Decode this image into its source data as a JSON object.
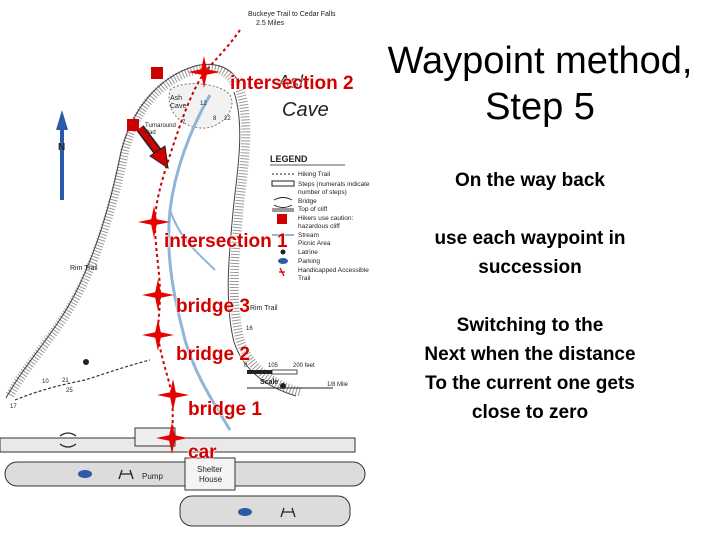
{
  "title": {
    "line1": "Waypoint method,",
    "line2": "Step 5"
  },
  "body": {
    "heading": "On the way back",
    "instruction_1": "use each waypoint in",
    "instruction_2": "succession",
    "rule_1": "Switching to the",
    "rule_2": "Next when the distance",
    "rule_3": "To the current one gets",
    "rule_4": "close to zero"
  },
  "waypoints": [
    {
      "id": "intersection-2",
      "label": "intersection 2"
    },
    {
      "id": "intersection-1",
      "label": "intersection 1"
    },
    {
      "id": "bridge-3",
      "label": "bridge 3"
    },
    {
      "id": "bridge-2",
      "label": "bridge 2"
    },
    {
      "id": "bridge-1",
      "label": "bridge 1"
    },
    {
      "id": "car",
      "label": "car"
    }
  ],
  "map": {
    "top_label_1": "Buckeye Trail to Cedar Falls",
    "top_label_2": "2.5 Miles",
    "place_name_1": "Ash",
    "place_name_2": "Cave",
    "ash_cave_small_1": "Ash",
    "ash_cave_small_2": "Cave",
    "turnaround_1": "Turnaround",
    "turnaround_2": "Pad",
    "rim_trail_left": "Rim Trail",
    "rim_trail_right": "Rim Trail",
    "pump": "Pump",
    "shelter_1": "Shelter",
    "shelter_2": "House",
    "num_12": "12",
    "num_22": "22",
    "num_7": "7",
    "num_8": "8",
    "num_10": "10",
    "num_25": "25",
    "num_17": "17",
    "num_16": "16",
    "num_21": "21"
  },
  "legend": {
    "title": "LEGEND",
    "items": [
      "Hiking Trail",
      "Steps (numerals indicate",
      "number of steps)",
      "Bridge",
      "Top of cliff",
      "Hikers use caution:",
      "hazardous cliff",
      "Stream",
      "Picnic Area",
      "Latrine",
      "Parking",
      "Handicapped Accessible",
      "Trail"
    ],
    "scale_label": "Scale",
    "scale_0": "0",
    "scale_105": "105",
    "scale_200": "200 feet",
    "scale_mile": "1/8 Mile"
  },
  "colors": {
    "route": "#cc0000",
    "waypoint_star": "#e60000",
    "stream": "#8fb6d8",
    "cliff": "#555555",
    "parking_area": "#dcdcdc",
    "title_text": "#000000",
    "waypoint_label": "#d40000",
    "arrow": "#cc0000"
  }
}
